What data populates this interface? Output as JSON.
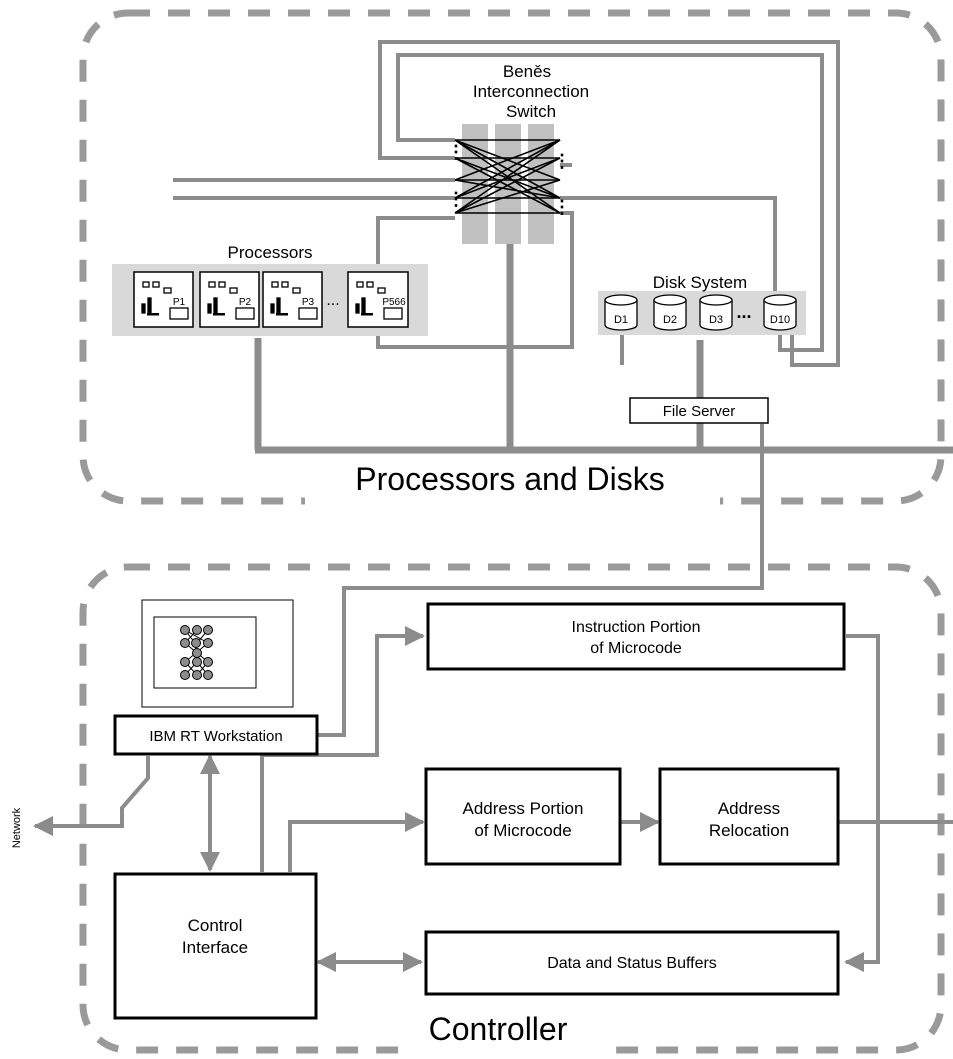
{
  "colors": {
    "wire": "#8c8c8c",
    "dash": "#9a9a9a",
    "panel": "#d9d9d9",
    "box_stroke": "#000000",
    "text": "#000000"
  },
  "regions": {
    "top_label": "Processors and Disks",
    "bottom_label": "Controller"
  },
  "switch": {
    "title_line1": "Beněs",
    "title_line2": "Interconnection",
    "title_line3": "Switch",
    "dots": "⋮"
  },
  "processors": {
    "title": "Processors",
    "ellipsis": "...",
    "items": [
      {
        "label": "P1"
      },
      {
        "label": "P2"
      },
      {
        "label": "P3"
      },
      {
        "label": "P566"
      }
    ]
  },
  "disks": {
    "title": "Disk System",
    "ellipsis": "...",
    "items": [
      {
        "label": "D1"
      },
      {
        "label": "D2"
      },
      {
        "label": "D3"
      },
      {
        "label": "D10"
      }
    ]
  },
  "file_server": {
    "label": "File Server"
  },
  "workstation": {
    "label": "IBM RT Workstation"
  },
  "network": {
    "label": "Network"
  },
  "controller_blocks": {
    "instruction_line1": "Instruction Portion",
    "instruction_line2": "of Microcode",
    "address_line1": "Address Portion",
    "address_line2": "of Microcode",
    "relocation_line1": "Address",
    "relocation_line2": "Relocation",
    "control_line1": "Control",
    "control_line2": "Interface",
    "buffers": "Data and Status Buffers"
  },
  "icons": {
    "workstation_screen": "network-graph-icon",
    "processor": "processor-board-icon",
    "disk": "disk-cylinder-icon"
  }
}
